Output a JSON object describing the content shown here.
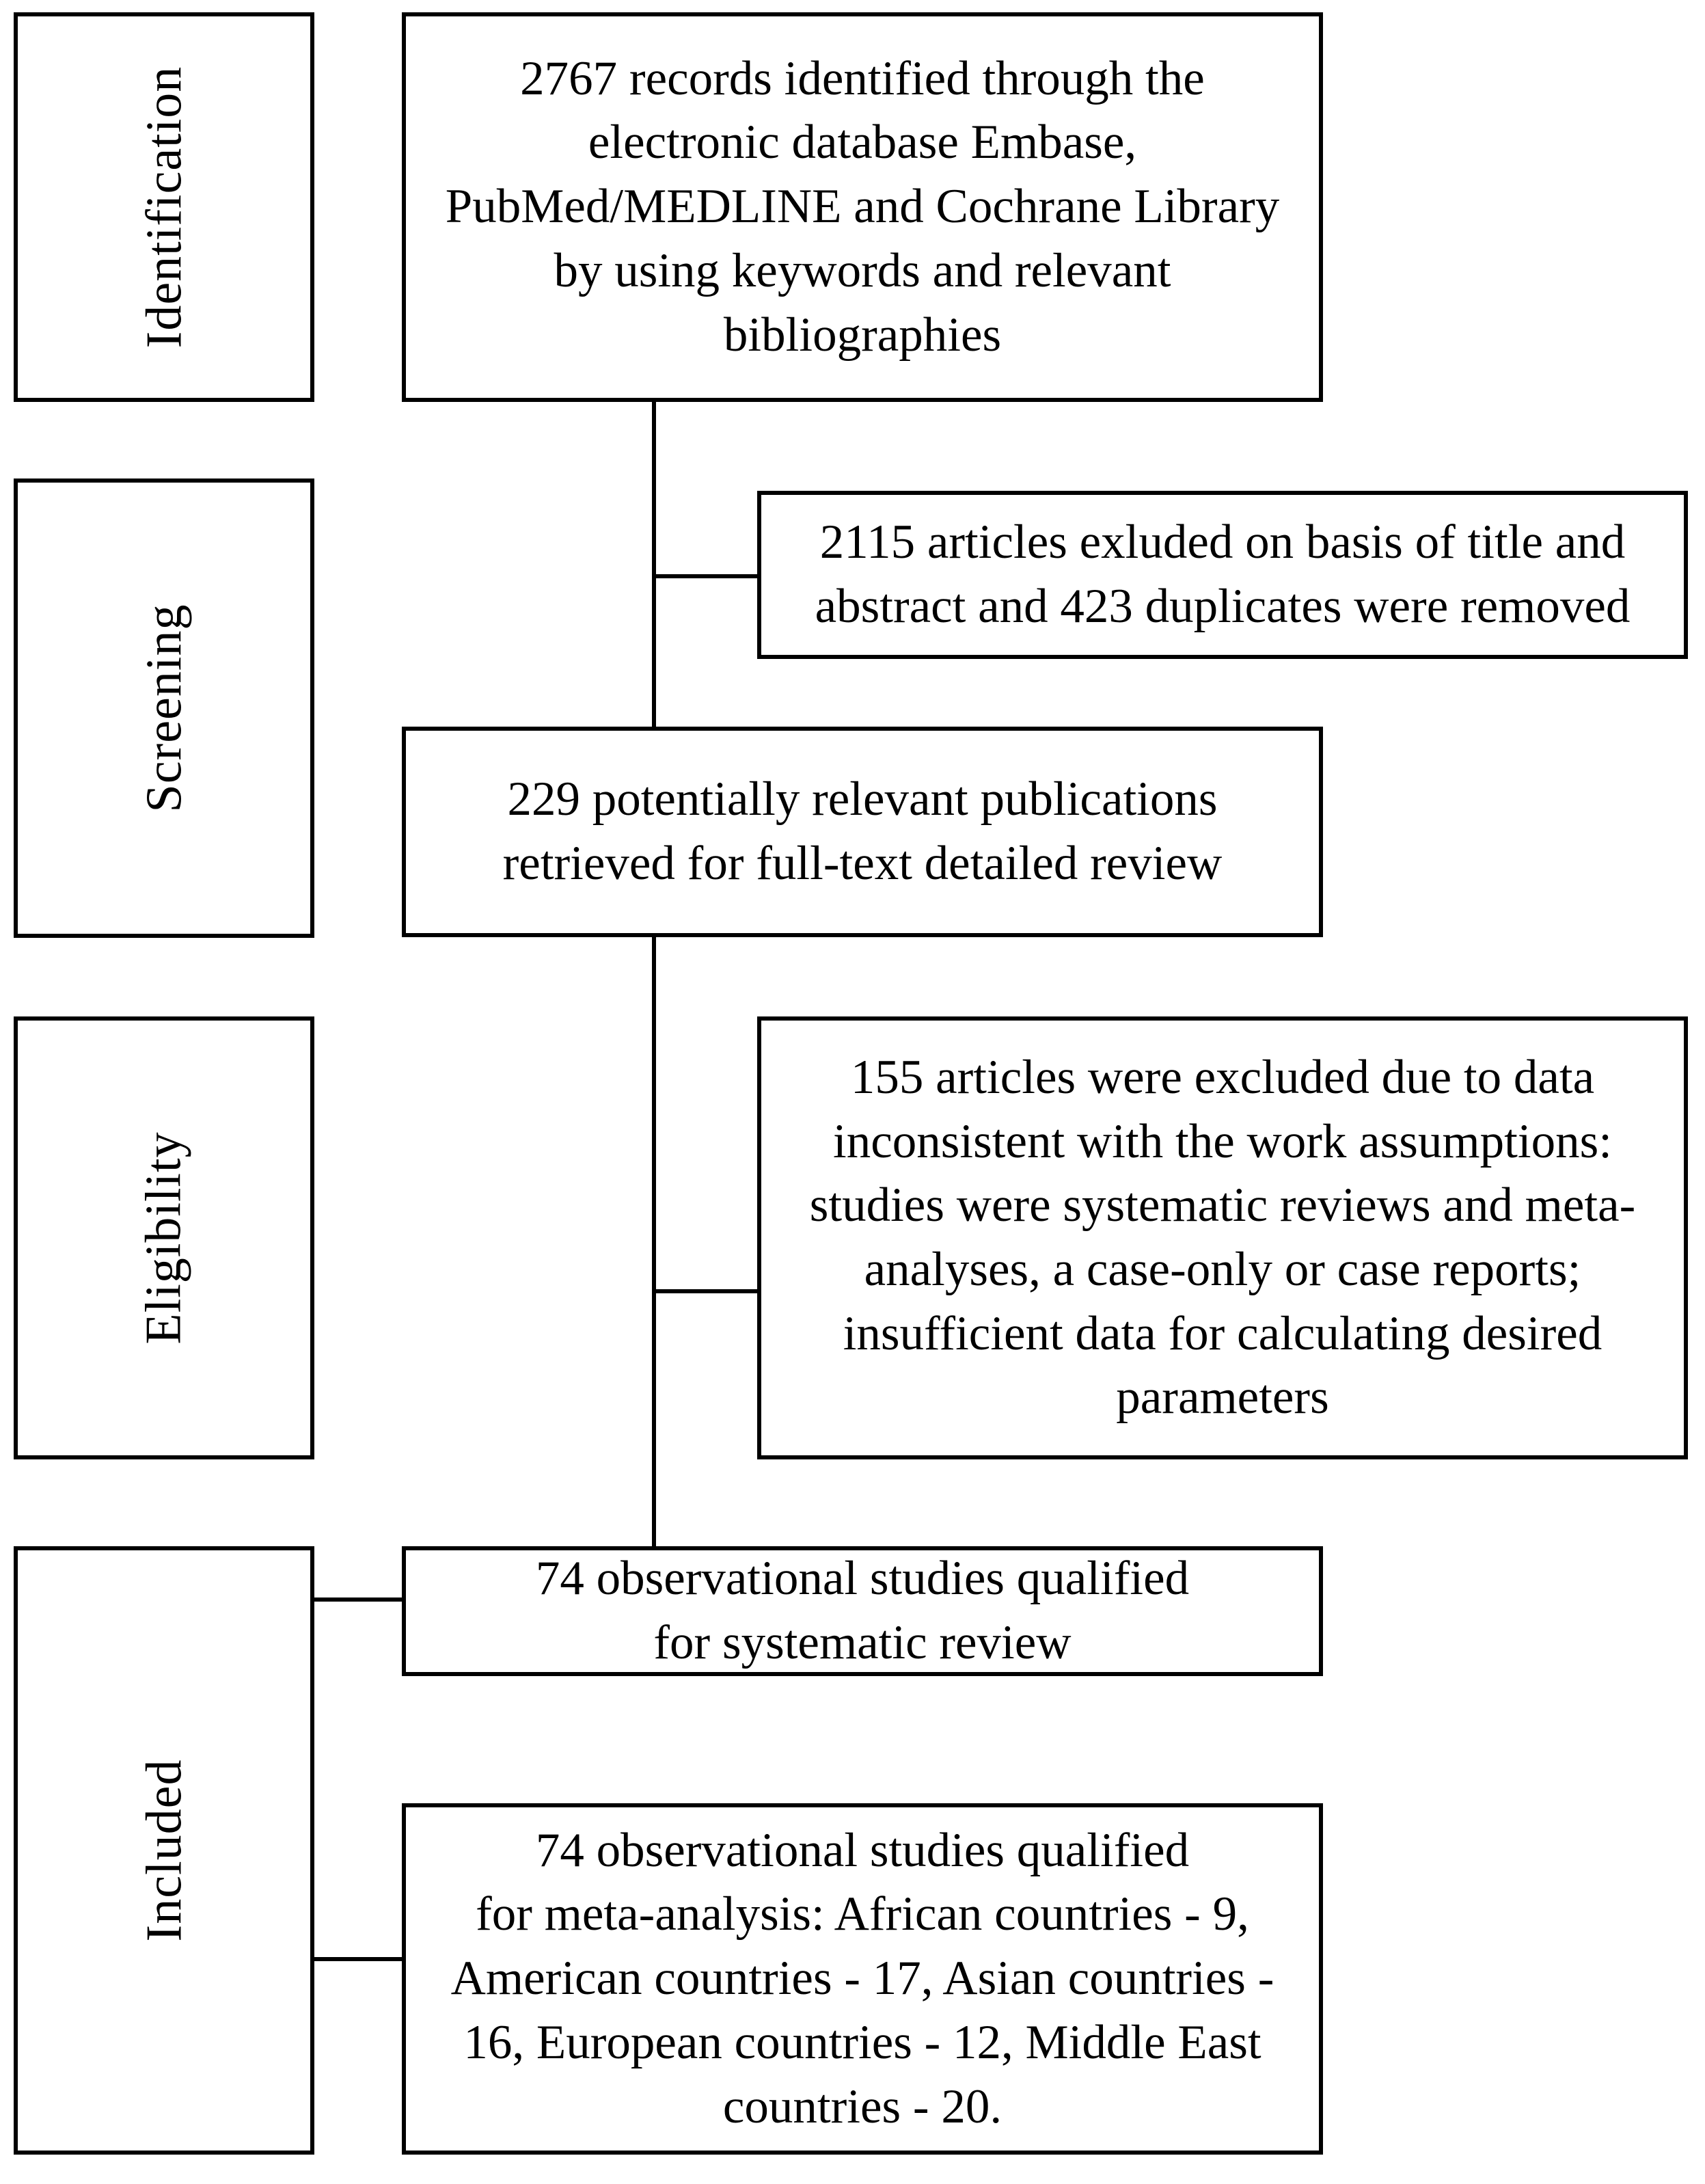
{
  "figure": {
    "type": "prisma-flow-diagram",
    "stages": [
      {
        "id": "identification",
        "label": "Identification"
      },
      {
        "id": "screening",
        "label": "Screening"
      },
      {
        "id": "eligibility",
        "label": "Eligibility"
      },
      {
        "id": "included",
        "label": "Included"
      }
    ],
    "boxes": {
      "records_identified": "2767 records identified through the\nelectronic database Embase,\nPubMed/MEDLINE and Cochrane Library\nby using keywords and relevant\nbibliographies",
      "excluded_title_abstract": "2115 articles exluded on basis of title and\nabstract and 423 duplicates were removed",
      "potentially_relevant": "229 potentially relevant publications\nretrieved for full-text detailed review",
      "excluded_fulltext": "155 articles were excluded due to data\ninconsistent with the work assumptions:\nstudies were systematic reviews and meta-\nanalyses, a case-only or case reports;\ninsufficient data for calculating desired\nparameters",
      "qualified_systematic_review": "74 observational studies qualified\nfor systematic review",
      "qualified_meta_analysis": "74 observational studies qualified\nfor meta-analysis: African countries - 9,\nAmerican countries - 17, Asian countries -\n16, European countries - 12,  Middle East\ncountries - 20."
    },
    "counts": {
      "records_identified": 2767,
      "excluded_title_abstract": 2115,
      "duplicates_removed": 423,
      "potentially_relevant": 229,
      "excluded_fulltext": 155,
      "qualified_systematic_review": 74,
      "qualified_meta_analysis": 74,
      "african_countries": 9,
      "american_countries": 17,
      "asian_countries": 16,
      "european_countries": 12,
      "middle_east_countries": 20
    },
    "colors": {
      "border": "#000000",
      "background": "#ffffff",
      "text": "#000000"
    }
  }
}
